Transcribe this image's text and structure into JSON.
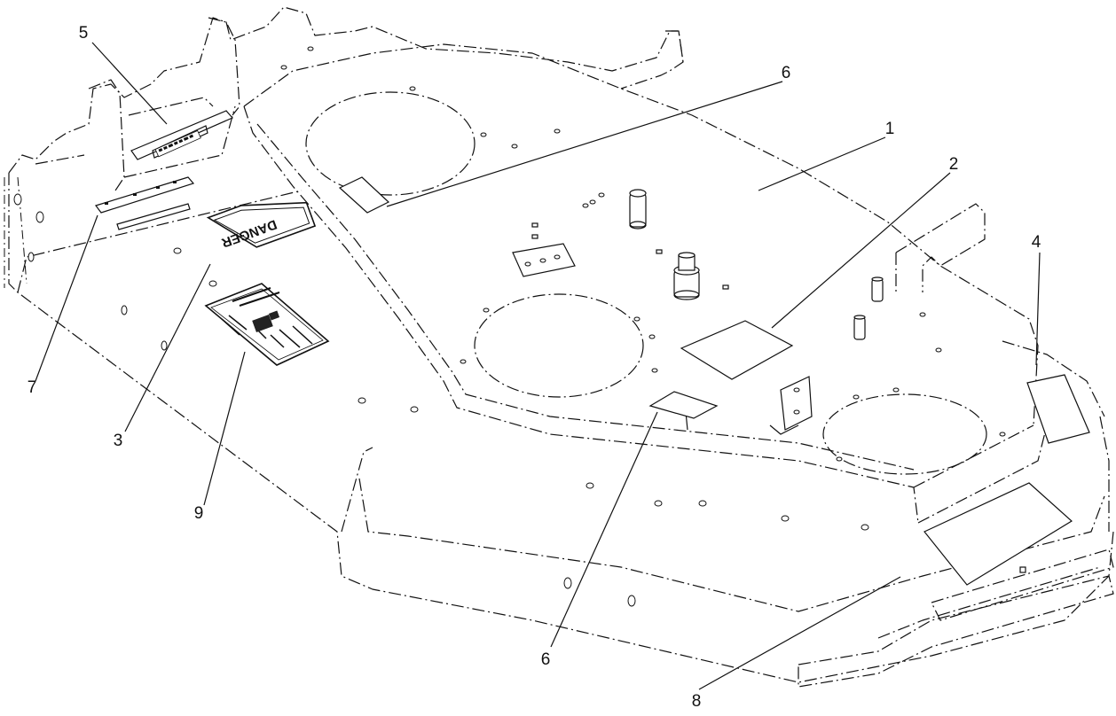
{
  "decals": {
    "danger_word": "DANGER"
  },
  "callouts": [
    {
      "id": "callout-1",
      "label": "1"
    },
    {
      "id": "callout-2",
      "label": "2"
    },
    {
      "id": "callout-3",
      "label": "3"
    },
    {
      "id": "callout-4",
      "label": "4"
    },
    {
      "id": "callout-5",
      "label": "5"
    },
    {
      "id": "callout-6-top",
      "label": "6"
    },
    {
      "id": "callout-6-bottom",
      "label": "6"
    },
    {
      "id": "callout-7",
      "label": "7"
    },
    {
      "id": "callout-8",
      "label": "8"
    },
    {
      "id": "callout-9",
      "label": "9"
    }
  ]
}
